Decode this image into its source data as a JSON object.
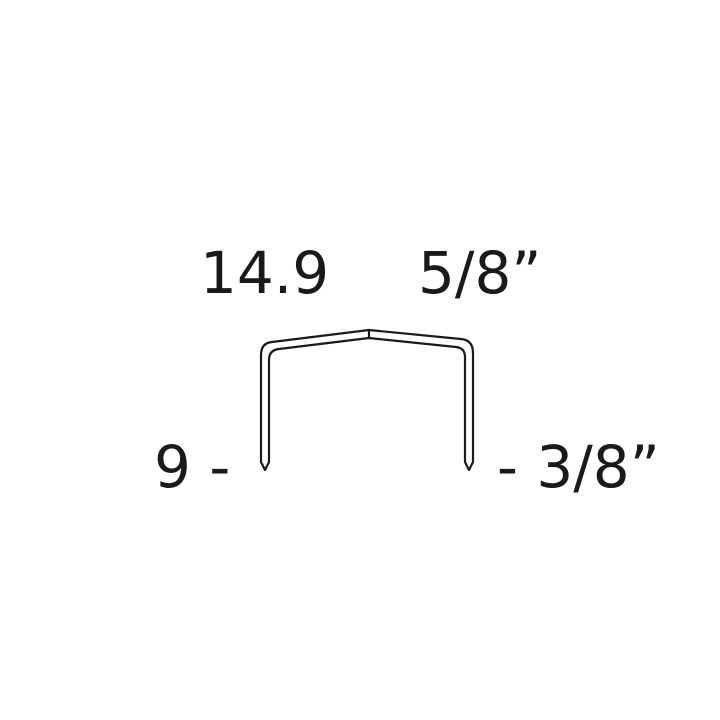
{
  "labels": {
    "crown_width_mm": "14.9",
    "crown_width_inch": "5/8”",
    "leg_length_mm": "9 -",
    "leg_length_inch": "- 3/8”"
  },
  "colors": {
    "line": "#1a1a1a",
    "text": "#1a1a1a",
    "background": "#ffffff"
  },
  "icon": "staple-outline"
}
